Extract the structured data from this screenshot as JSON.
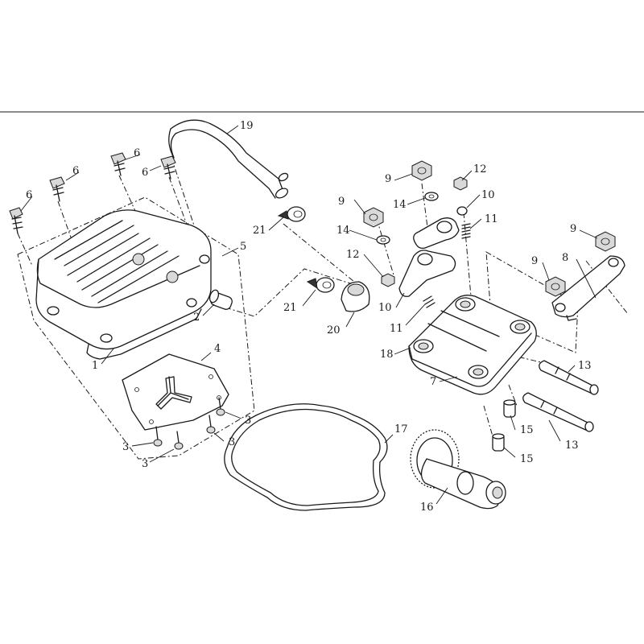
{
  "callouts": {
    "c1": "1",
    "c2": "2",
    "c3a": "3",
    "c3b": "3",
    "c3c": "3",
    "c3d": "3",
    "c4": "4",
    "c5": "5",
    "c6a": "6",
    "c6b": "6",
    "c6c": "6",
    "c6d": "6",
    "c7": "7",
    "c8": "8",
    "c9a": "9",
    "c9b": "9",
    "c9c": "9",
    "c9d": "9",
    "c10a": "10",
    "c10b": "10",
    "c11a": "11",
    "c11b": "11",
    "c12a": "12",
    "c12b": "12",
    "c13a": "13",
    "c13b": "13",
    "c14a": "14",
    "c14b": "14",
    "c15a": "15",
    "c15b": "15",
    "c16": "16",
    "c17": "17",
    "c18": "18",
    "c19": "19",
    "c20": "20",
    "c21a": "21",
    "c21b": "21"
  }
}
